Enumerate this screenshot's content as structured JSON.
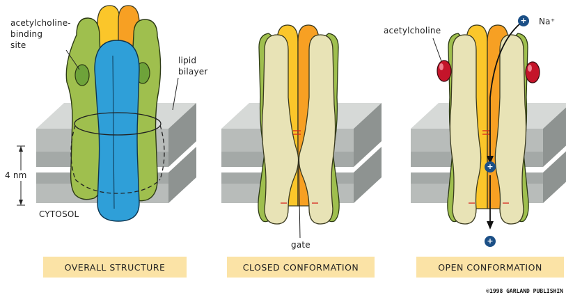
{
  "panels": [
    {
      "caption": "OVERALL STRUCTURE"
    },
    {
      "caption": "CLOSED CONFORMATION"
    },
    {
      "caption": "OPEN CONFORMATION"
    }
  ],
  "labels": {
    "binding_site_1": "acetylcholine-",
    "binding_site_2": "binding",
    "binding_site_3": "site",
    "lipid_1": "lipid",
    "lipid_2": "bilayer",
    "scale": "4 nm",
    "cytosol": "CYTOSOL",
    "gate": "gate",
    "acetylcholine": "acetylcholine",
    "sodium": "Na⁺",
    "ion_symbol": "+"
  },
  "copyright": "©1998 GARLAND PUBLISHIN",
  "colors": {
    "membrane_top": "#d2d6d4",
    "membrane_band": "#a9aeac",
    "green_subunit": "#9fbf4e",
    "blue_subunit": "#2f9fd8",
    "yellow_subunit": "#fbc62a",
    "orange_subunit": "#f7a023",
    "pale_subunit": "#e8e3b6",
    "acetylcholine_red": "#c4142a",
    "ion": "#1b4f86",
    "caption_bg": "#fbe3a6"
  }
}
